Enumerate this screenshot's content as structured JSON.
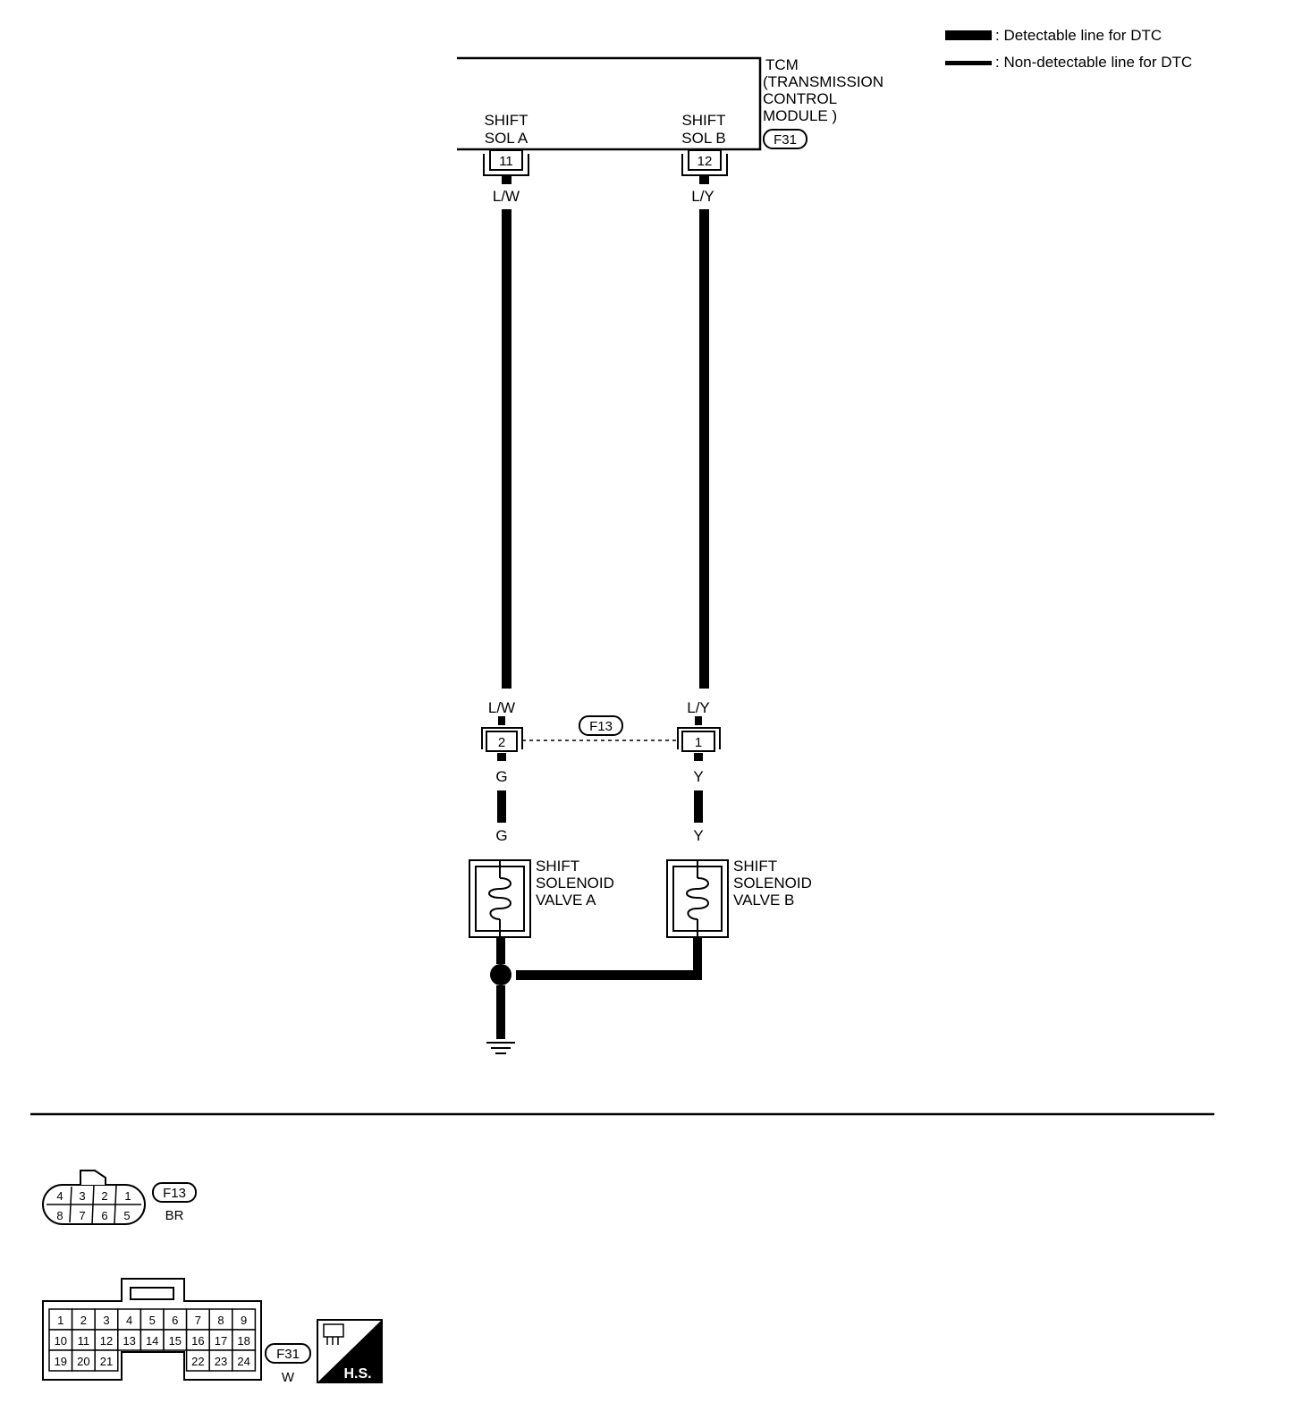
{
  "legend": {
    "detectable": ": Detectable line for DTC",
    "non_detectable": ": Non-detectable line for DTC"
  },
  "tcm": {
    "line1": "TCM",
    "line2": "(TRANSMISSION",
    "line3": "CONTROL",
    "line4": "MODULE )",
    "connector": "F31",
    "pins": [
      {
        "label_line1": "SHIFT",
        "label_line2": "SOL A",
        "number": "11",
        "wire": "L/W"
      },
      {
        "label_line1": "SHIFT",
        "label_line2": "SOL B",
        "number": "12",
        "wire": "L/Y"
      }
    ]
  },
  "f13_junction": {
    "connector": "F13",
    "left": {
      "wire_in": "L/W",
      "pin": "2",
      "wire_out": "G",
      "wire_at_valve": "G"
    },
    "right": {
      "wire_in": "L/Y",
      "pin": "1",
      "wire_out": "Y",
      "wire_at_valve": "Y"
    }
  },
  "valves": [
    {
      "line1": "SHIFT",
      "line2": "SOLENOID",
      "line3": "VALVE A"
    },
    {
      "line1": "SHIFT",
      "line2": "SOLENOID",
      "line3": "VALVE B"
    }
  ],
  "connector_views": {
    "f13": {
      "id": "F13",
      "color": "BR",
      "top_row": [
        "4",
        "3",
        "2",
        "1"
      ],
      "bottom_row": [
        "8",
        "7",
        "6",
        "5"
      ]
    },
    "f31": {
      "id": "F31",
      "color": "W",
      "row1": [
        "1",
        "2",
        "3",
        "4",
        "5",
        "6",
        "7",
        "8",
        "9"
      ],
      "row2": [
        "10",
        "11",
        "12",
        "13",
        "14",
        "15",
        "16",
        "17",
        "18"
      ],
      "row3_left": [
        "19",
        "20",
        "21"
      ],
      "row3_right": [
        "22",
        "23",
        "24"
      ],
      "badge": "H.S."
    }
  }
}
